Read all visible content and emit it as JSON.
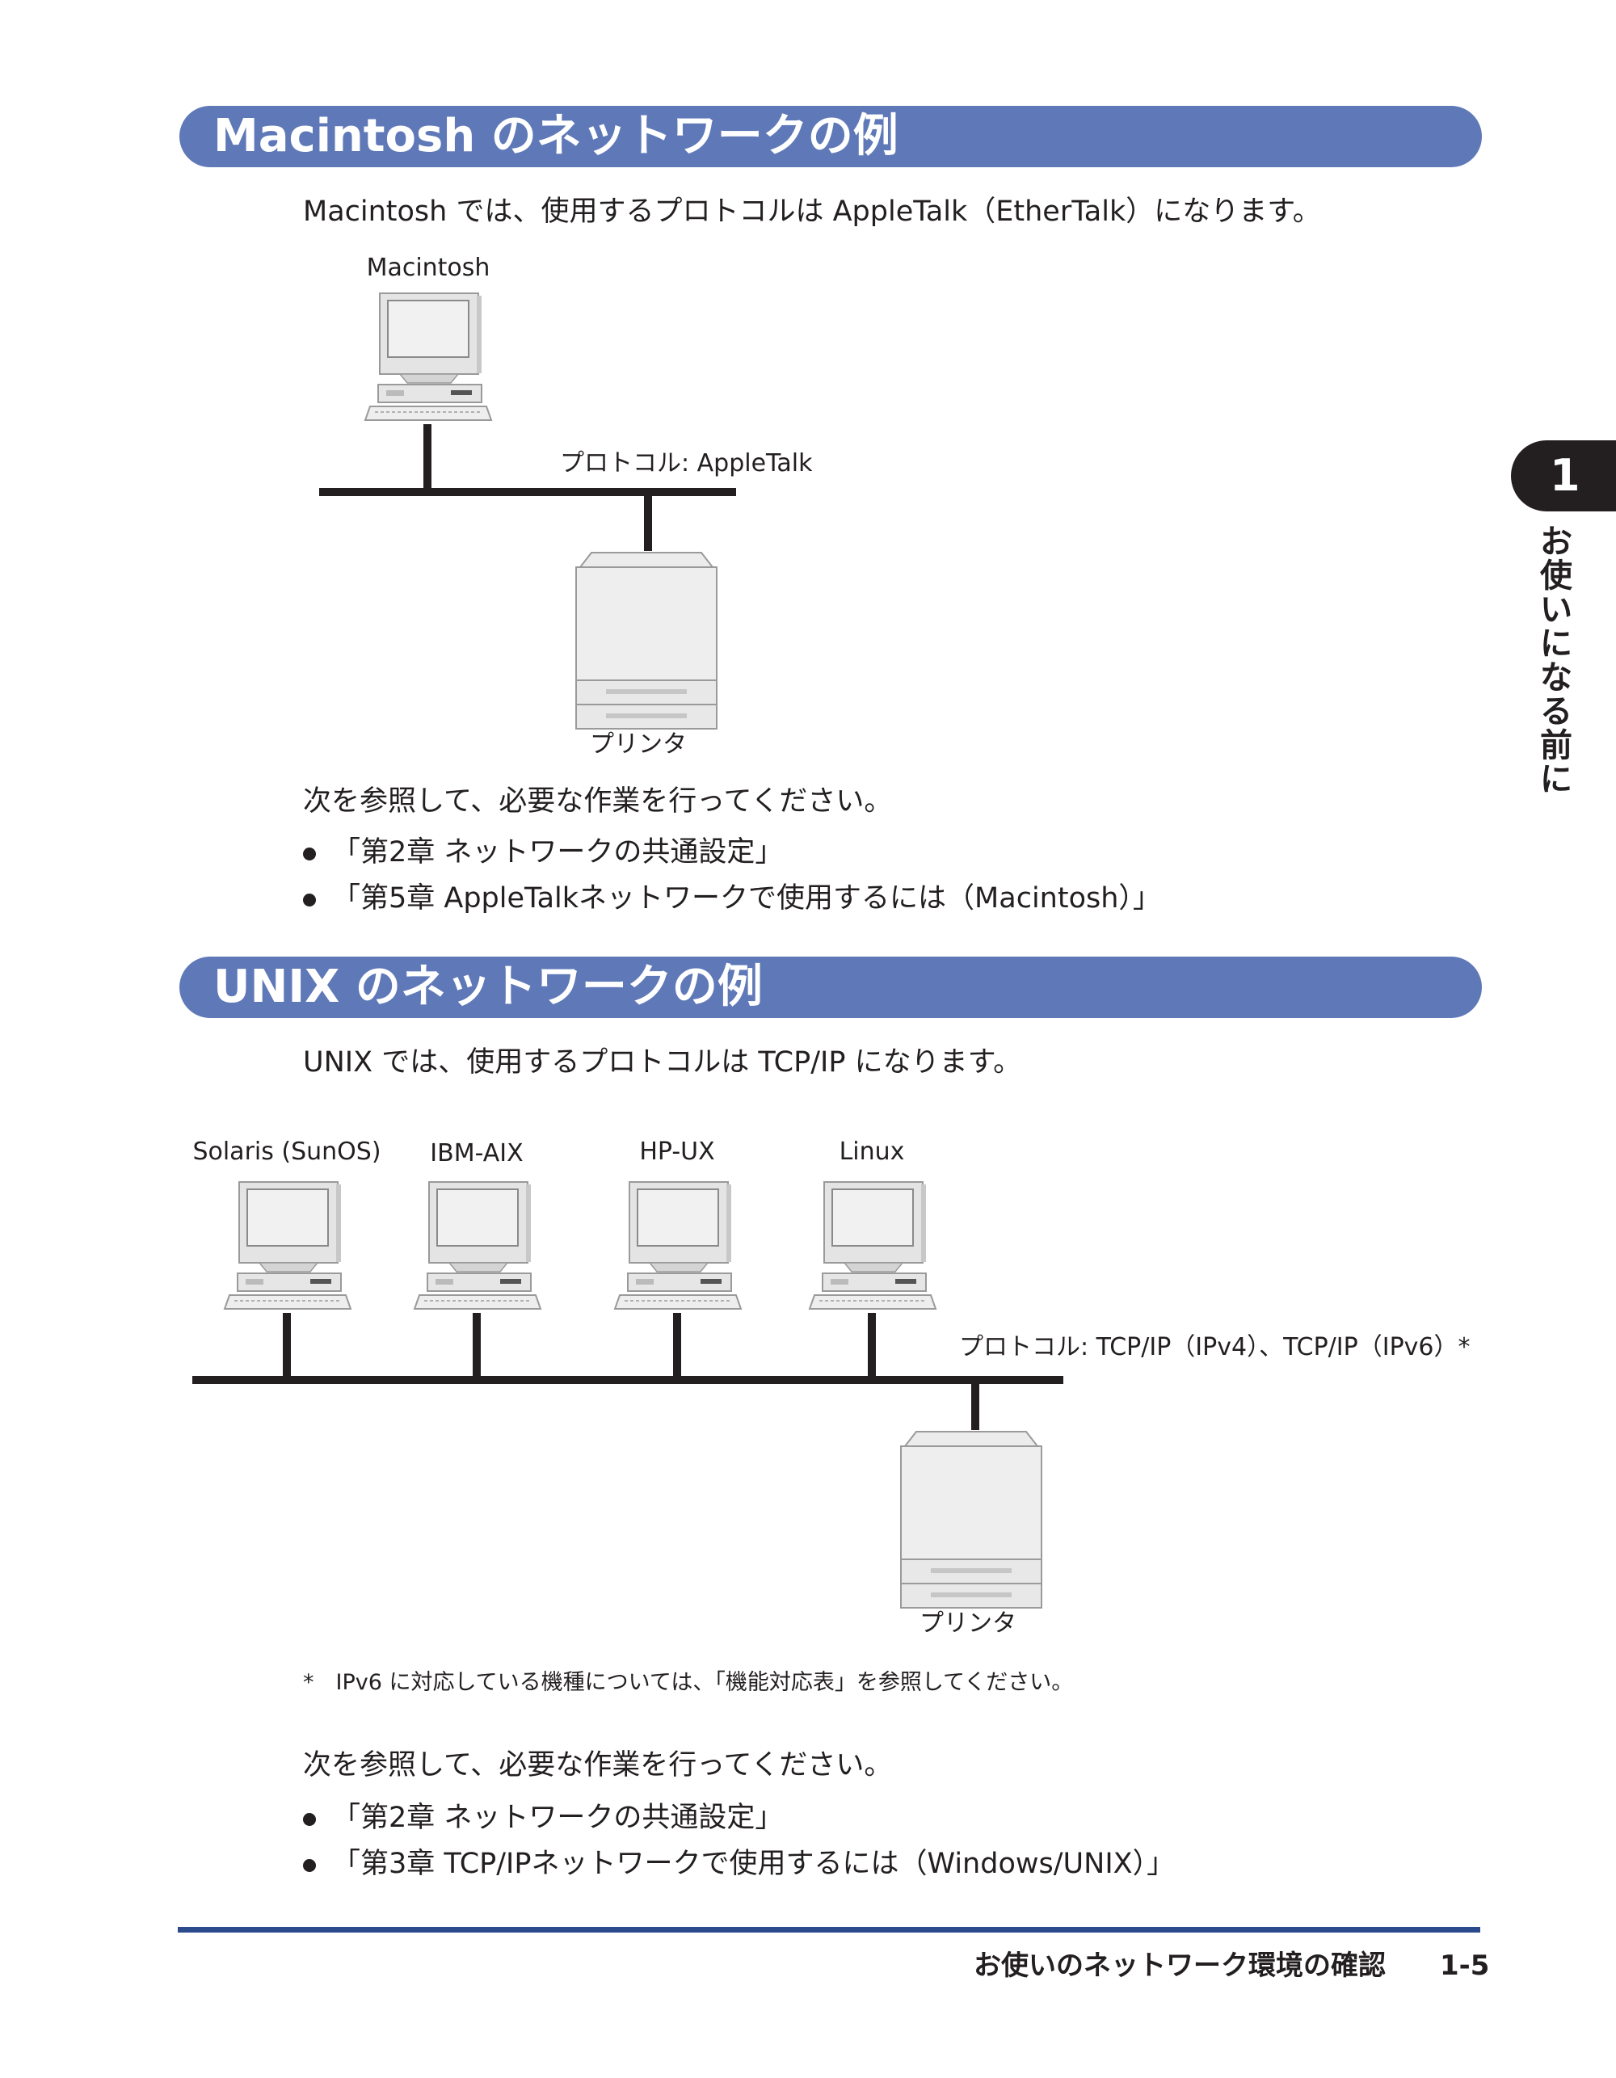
{
  "mac_section": {
    "title": "Macintosh のネットワークの例",
    "intro": "Macintosh では、使用するプロトコルは AppleTalk（EtherTalk）になります。",
    "computer_label": "Macintosh",
    "protocol_label": "プロトコル: AppleTalk",
    "printer_label": "プリンタ",
    "refer_text": "次を参照して、必要な作業を行ってください。",
    "refs": [
      "「第2章 ネットワークの共通設定」",
      "「第5章 AppleTalkネットワークで使用するには（Macintosh）」"
    ]
  },
  "unix_section": {
    "title": "UNIX のネットワークの例",
    "intro": "UNIX では、使用するプロトコルは TCP/IP になります。",
    "computer_labels": [
      "Solaris (SunOS)",
      "IBM-AIX",
      "HP-UX",
      "Linux"
    ],
    "protocol_label": "プロトコル: TCP/IP（IPv4）、TCP/IP（IPv6）*",
    "printer_label": "プリンタ",
    "footnote": "*　IPv6 に対応している機種については、「機能対応表」を参照してください。",
    "refer_text": "次を参照して、必要な作業を行ってください。",
    "refs": [
      "「第2章 ネットワークの共通設定」",
      "「第3章 TCP/IPネットワークで使用するには（Windows/UNIX）」"
    ]
  },
  "side_tab": {
    "chapter_number": "1",
    "chapter_title": "お使いになる前に"
  },
  "footer": {
    "title": "お使いのネットワーク環境の確認",
    "page_number": "1-5"
  },
  "colors": {
    "section_bar": "#5f79b8",
    "footer_rule": "#2b4b8c",
    "text": "#231f20"
  }
}
